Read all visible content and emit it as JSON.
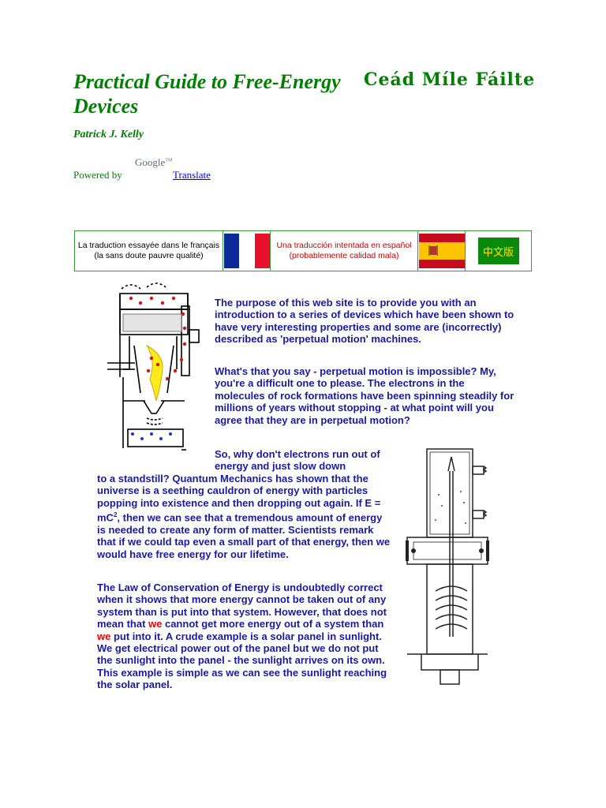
{
  "header": {
    "title": "Practical Guide to Free-Energy Devices",
    "welcome": "Ceád Míle Fáilte",
    "author": "Patrick J. Kelly"
  },
  "translate_widget": {
    "logo_text": "Google",
    "logo_tm": "TM",
    "powered_by": "Powered by",
    "link": "Translate"
  },
  "language_bar": {
    "french_line1": "La traduction essayée dans le français",
    "french_line2": "(la sans doute pauvre qualité)",
    "spanish_line1": "Una traducción intentada en español",
    "spanish_line2": "(probablemente calidad mala)",
    "chinese_label": "中文版",
    "colors": {
      "border": "#3a9a3a",
      "spanish_text": "#cc0000",
      "chinese_bg": "#0a8a0a"
    }
  },
  "paragraphs": {
    "p1": "The purpose of this web site is to provide you with an introduction to a series of devices which have been shown to have very interesting properties and some are (incorrectly) described as 'perpetual motion' machines.",
    "p2": "What's that you say - perpetual motion is impossible?   My, you're a difficult one to please. The electrons in the molecules of rock formations have been spinning steadily for millions of years without stopping - at what point will you agree that they are in perpetual motion?",
    "p3_lead": "So, why don't electrons run out of energy and just slow down",
    "p3_rest_a": "to a standstill?   Quantum Mechanics has shown that the universe is a seething cauldron of energy with particles popping into existence and then dropping out again.   If E = mC",
    "p3_sup": "2",
    "p3_rest_b": ", then we can see that a tremendous amount of energy is needed to create any form of matter.   Scientists remark that if we could tap even a small part of that energy, then we would have free energy for our lifetime.",
    "p4_a": "The Law of Conservation of Energy is undoubtedly correct when it shows that more energy cannot be taken out of any system than is put into that system.   However, that does not mean that ",
    "p4_we1": "we",
    "p4_b": " cannot get more energy out of a system than ",
    "p4_we2": "we",
    "p4_c": " put into it.   A crude example is a solar panel in sunlight.   We get electrical power out of the panel but we do not put the sunlight into the panel - the sunlight arrives on its own.   This example is simple as we can see the sunlight reaching the solar panel."
  },
  "colors": {
    "heading": "#008000",
    "body_text": "#1a1aa0",
    "emphasis": "#ee0000"
  }
}
